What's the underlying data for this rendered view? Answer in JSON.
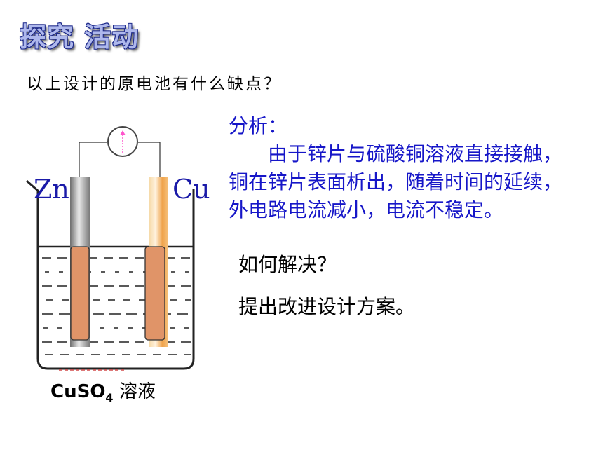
{
  "title": "探究 活动",
  "question": "以上设计的原电池有什么缺点？",
  "analysis": {
    "heading": "分析：",
    "body": "由于锌片与硫酸铜溶液直接接触，铜在锌片表面析出，随着时间的延续，外电路电流减小，电流不稳定。"
  },
  "prompts": [
    "如何解决？",
    "提出改进设计方案。"
  ],
  "diagram": {
    "left_electrode": "Zn",
    "right_electrode": "Cu",
    "solution_formula": "CuSO",
    "solution_subscript": "4",
    "solution_name": "溶液"
  },
  "colors": {
    "title": "#aeb8ec",
    "analysis_text": "#1616c8",
    "deposit": "#e09468",
    "zinc": "#9a9a9a",
    "copper": "#f2b060",
    "electrode_label": "#1a1aa8"
  }
}
